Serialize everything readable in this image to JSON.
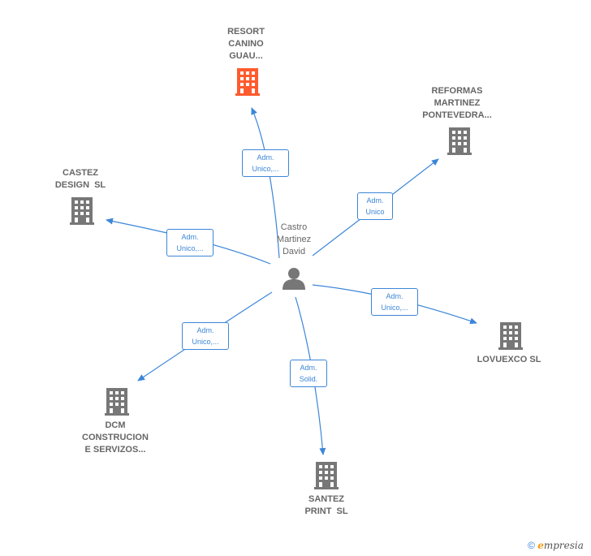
{
  "center": {
    "label": "Castro\nMartinez\nDavid",
    "icon": "person-icon"
  },
  "companies": [
    {
      "id": "resort",
      "label": "RESORT\nCANINO\nGUAU...",
      "icon": "building-icon",
      "color": "#ff5b2e"
    },
    {
      "id": "reformas",
      "label": "REFORMAS\nMARTINEZ\nPONTEVEDRA...",
      "icon": "building-icon",
      "color": "#777777"
    },
    {
      "id": "castez",
      "label": "CASTEZ\nDESIGN SL",
      "icon": "building-icon",
      "color": "#777777"
    },
    {
      "id": "lovuexco",
      "label": "LOVUEXCO SL",
      "icon": "building-icon",
      "color": "#777777"
    },
    {
      "id": "dcm",
      "label": "DCM\nCONSTRUCION\nE SERVIZOS...",
      "icon": "building-icon",
      "color": "#777777"
    },
    {
      "id": "santez",
      "label": "SANTEZ\nPRINT SL",
      "icon": "building-icon",
      "color": "#777777"
    }
  ],
  "edges": [
    {
      "to": "resort",
      "label": "Adm.\nUnico,..."
    },
    {
      "to": "reformas",
      "label": "Adm.\nUnico"
    },
    {
      "to": "castez",
      "label": "Adm.\nUnico,..."
    },
    {
      "to": "lovuexco",
      "label": "Adm.\nUnico,..."
    },
    {
      "to": "dcm",
      "label": "Adm.\nUnico,..."
    },
    {
      "to": "santez",
      "label": "Adm.\nSolid."
    }
  ],
  "footer": {
    "copyright": "©",
    "brand_initial": "e",
    "brand_rest": "mpresia"
  },
  "colors": {
    "edge": "#3c86d8",
    "highlight": "#ff5b2e",
    "building": "#777777"
  }
}
